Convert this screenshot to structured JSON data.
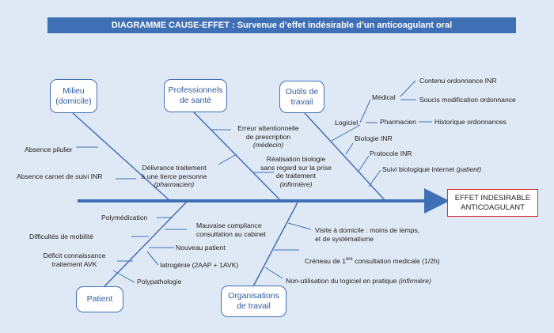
{
  "title": "DIAGRAMME CAUSE-EFFET : Survenue d’effet indésirable d’un anticoagulant oral",
  "effect": {
    "line1": "EFFET INDESIRABLE",
    "line2": "ANTICOAGULANT"
  },
  "colors": {
    "background": "#dfe9f5",
    "accent": "#3f6fb4",
    "effect_border": "#d23030"
  },
  "categories": {
    "milieu": {
      "line1": "Milieu",
      "line2": "(domicile)"
    },
    "professionnels": {
      "line1": "Professionnels",
      "line2": "de santé"
    },
    "outils": {
      "line1": "Outils de",
      "line2": "travail"
    },
    "patient": {
      "line1": "Patient"
    },
    "organisations": {
      "line1": "Organisations",
      "line2": "de travail"
    }
  },
  "causes": {
    "milieu": [
      "Absence pilulier",
      "Absence carnet de suivi INR"
    ],
    "professionnels": {
      "erreur": {
        "l1": "Erreur attentionnelle",
        "l2": "de prescription",
        "l3": "(médecin)"
      },
      "delivrance": {
        "l1": "Délivrance traitement",
        "l2": "à une tierce personne",
        "l3": "(pharmacien)"
      },
      "biologie": {
        "l1": "Réalisation biologie",
        "l2": "sans regard sur la prise",
        "l3": "de traitement",
        "l4": "(infirmière)"
      }
    },
    "outils": {
      "logiciel": "Logiciel",
      "medical": "Médical",
      "contenu": "Contenu ordonnance INR",
      "soucis": "Soucis modification ordonnance",
      "pharmacien": "Pharmacien",
      "historique": "Historique ordonnances",
      "biologie_inr": "Biologie INR",
      "protocole_inr": "Protocole INR",
      "suivi": "Suivi biologique internet",
      "suivi_who": "(patient)"
    },
    "patient": {
      "polymedication": "Polymédication",
      "mobilite": "Difficultés de mobilité",
      "deficit_l1": "Déficit connaissance",
      "deficit_l2": "traitement AVK",
      "polypathologie": "Polypathologie",
      "compliance_l1": "Mauvaise compliance",
      "compliance_l2": "consultation au cabinet",
      "nouveau": "Nouveau patient",
      "iatrogenie": "Iatrogénie (2AAP + 1AVK)"
    },
    "organisations": {
      "visite_l1": "Visite à domicile : moins de temps,",
      "visite_l2": "et de systématisme",
      "creneau_a": "Créneau de 1",
      "creneau_sup": "ère",
      "creneau_b": " consultation medicale (1/2h)",
      "nonutil": "Non-utilisation du logiciel en pratique",
      "nonutil_who": "(infirmière)"
    }
  }
}
